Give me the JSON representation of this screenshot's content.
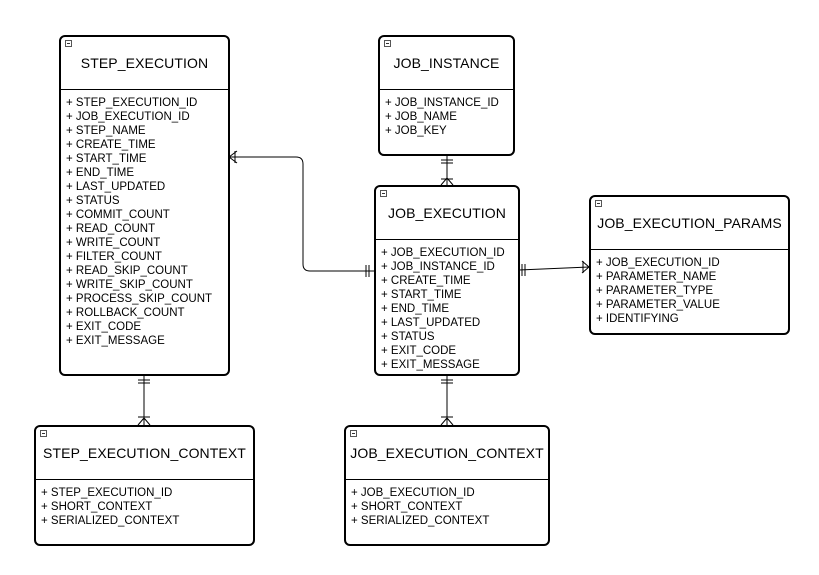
{
  "entities": {
    "step_execution": {
      "name": "STEP_EXECUTION",
      "fields": [
        "+ STEP_EXECUTION_ID",
        "+ JOB_EXECUTION_ID",
        "+ STEP_NAME",
        "+ CREATE_TIME",
        "+ START_TIME",
        "+ END_TIME",
        "+ LAST_UPDATED",
        "+ STATUS",
        "+ COMMIT_COUNT",
        "+ READ_COUNT",
        "+ WRITE_COUNT",
        "+ FILTER_COUNT",
        "+ READ_SKIP_COUNT",
        "+ WRITE_SKIP_COUNT",
        "+ PROCESS_SKIP_COUNT",
        "+ ROLLBACK_COUNT",
        "+ EXIT_CODE",
        "+ EXIT_MESSAGE"
      ]
    },
    "job_instance": {
      "name": "JOB_INSTANCE",
      "fields": [
        "+ JOB_INSTANCE_ID",
        "+ JOB_NAME",
        "+ JOB_KEY"
      ]
    },
    "job_execution": {
      "name": "JOB_EXECUTION",
      "fields": [
        "+ JOB_EXECUTION_ID",
        "+ JOB_INSTANCE_ID",
        "+ CREATE_TIME",
        "+ START_TIME",
        "+ END_TIME",
        "+ LAST_UPDATED",
        "+ STATUS",
        "+ EXIT_CODE",
        "+ EXIT_MESSAGE"
      ]
    },
    "job_execution_params": {
      "name": "JOB_EXECUTION_PARAMS",
      "fields": [
        "+ JOB_EXECUTION_ID",
        "+ PARAMETER_NAME",
        "+ PARAMETER_TYPE",
        "+ PARAMETER_VALUE",
        "+ IDENTIFYING"
      ]
    },
    "step_execution_context": {
      "name": "STEP_EXECUTION_CONTEXT",
      "fields": [
        "+ STEP_EXECUTION_ID",
        "+ SHORT_CONTEXT",
        "+ SERIALIZED_CONTEXT"
      ]
    },
    "job_execution_context": {
      "name": "JOB_EXECUTION_CONTEXT",
      "fields": [
        "+ JOB_EXECUTION_ID",
        "+ SHORT_CONTEXT",
        "+ SERIALIZED_CONTEXT"
      ]
    }
  }
}
